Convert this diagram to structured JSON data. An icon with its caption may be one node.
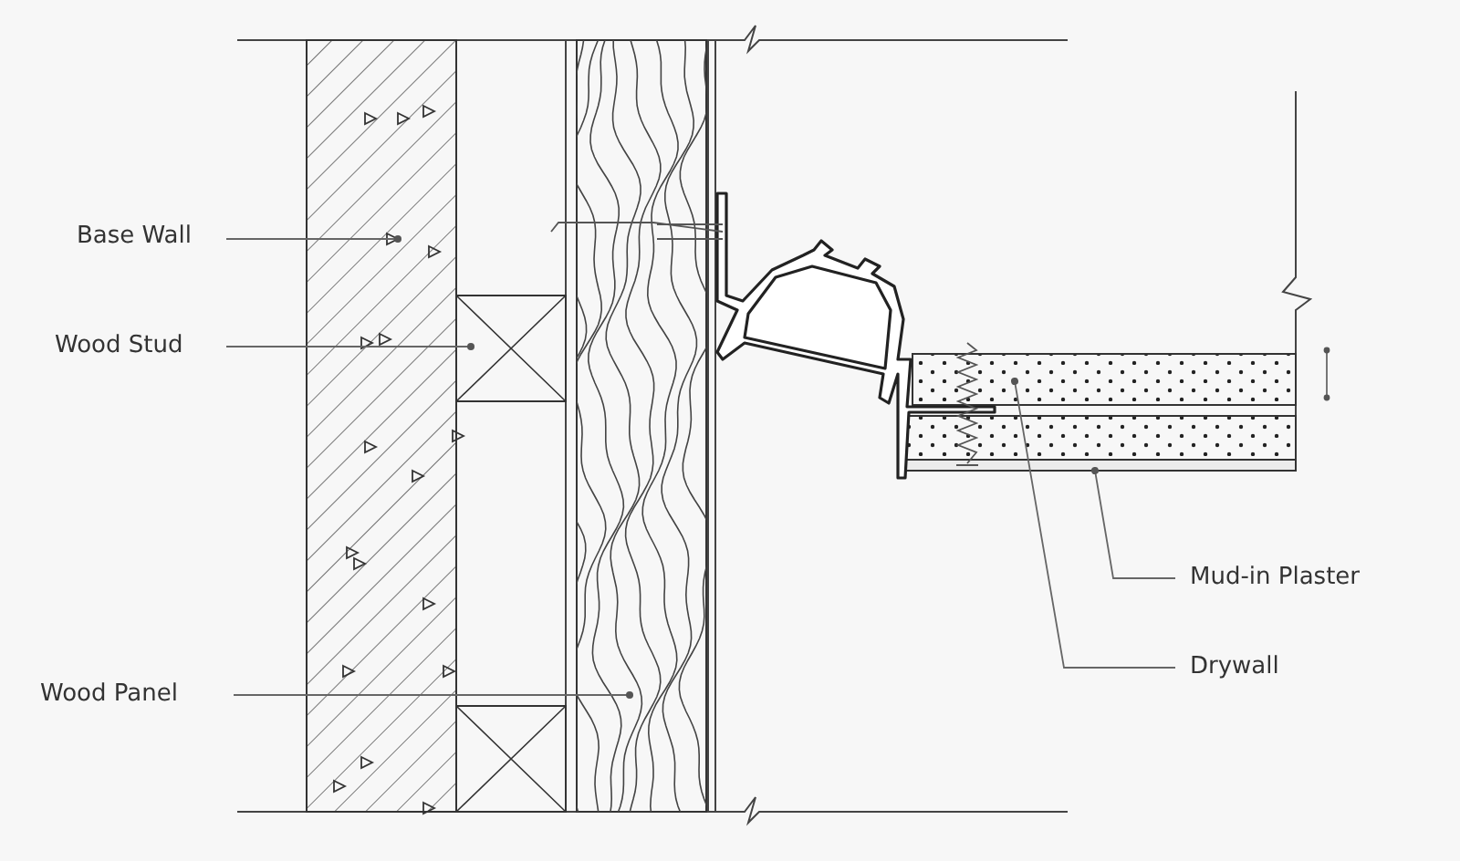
{
  "diagram": {
    "nodes": [
      {
        "text": [
          "Base Wall"
        ]
      },
      {
        "text": [
          "Wood Stud"
        ]
      },
      {
        "text": [
          "Wood Panel"
        ]
      },
      {
        "text": [
          "Mud-in Plaster"
        ]
      },
      {
        "text": [
          "Drywall"
        ]
      },
      {
        "text": [],
        "shape": "box"
      },
      {
        "text": [],
        "shape": "box"
      },
      {
        "text": [],
        "shape": "box"
      },
      {
        "text": [],
        "shape": "box"
      },
      {
        "text": [],
        "shape": "box"
      },
      {
        "text": [],
        "shape": "box"
      },
      {
        "text": [],
        "shape": "box"
      }
    ],
    "edges": [
      {
        "from": 0,
        "to": 5,
        "arrow": "other"
      },
      {
        "from": 1,
        "to": 6,
        "arrow": "other"
      },
      {
        "from": 2,
        "to": 7,
        "arrow": "other"
      },
      {
        "from": 3,
        "to": 8,
        "arrow": "other"
      },
      {
        "from": 4,
        "to": 9,
        "arrow": "other"
      }
    ]
  }
}
